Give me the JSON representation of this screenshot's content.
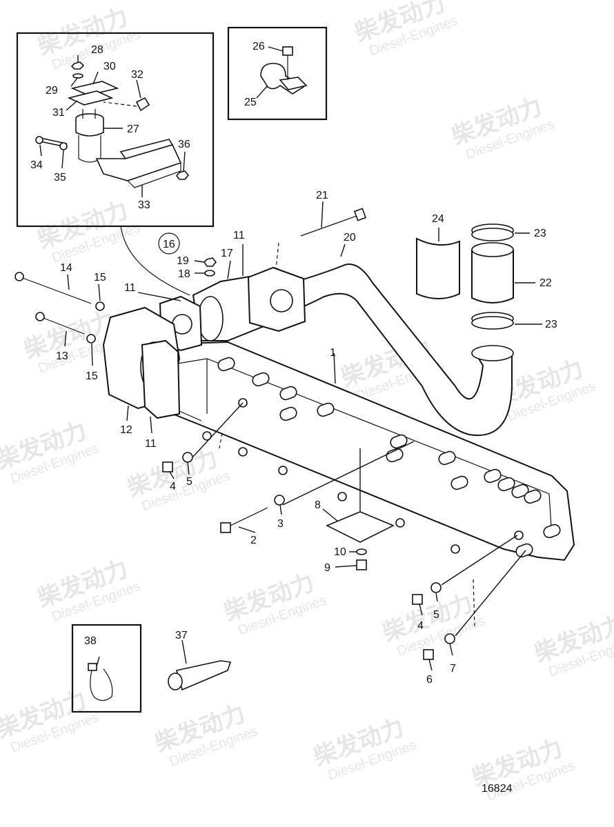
{
  "watermark": {
    "cn": "柴发动力",
    "en": "Diesel-Engines"
  },
  "drawing_number": "16824",
  "callouts": {
    "c1": "1",
    "c2": "2",
    "c3": "3",
    "c4a": "4",
    "c4b": "4",
    "c5a": "5",
    "c5b": "5",
    "c6": "6",
    "c7": "7",
    "c8": "8",
    "c9": "9",
    "c10": "10",
    "c11a": "11",
    "c11b": "11",
    "c11c": "11",
    "c12": "12",
    "c13": "13",
    "c14": "14",
    "c15a": "15",
    "c15b": "15",
    "c16": "16",
    "c17": "17",
    "c18": "18",
    "c19": "19",
    "c20": "20",
    "c21": "21",
    "c22": "22",
    "c23a": "23",
    "c23b": "23",
    "c24": "24",
    "c25": "25",
    "c26": "26",
    "c27": "27",
    "c28": "28",
    "c29": "29",
    "c30": "30",
    "c31": "31",
    "c32": "32",
    "c33": "33",
    "c34": "34",
    "c35": "35",
    "c36": "36",
    "c37": "37",
    "c38": "38"
  }
}
